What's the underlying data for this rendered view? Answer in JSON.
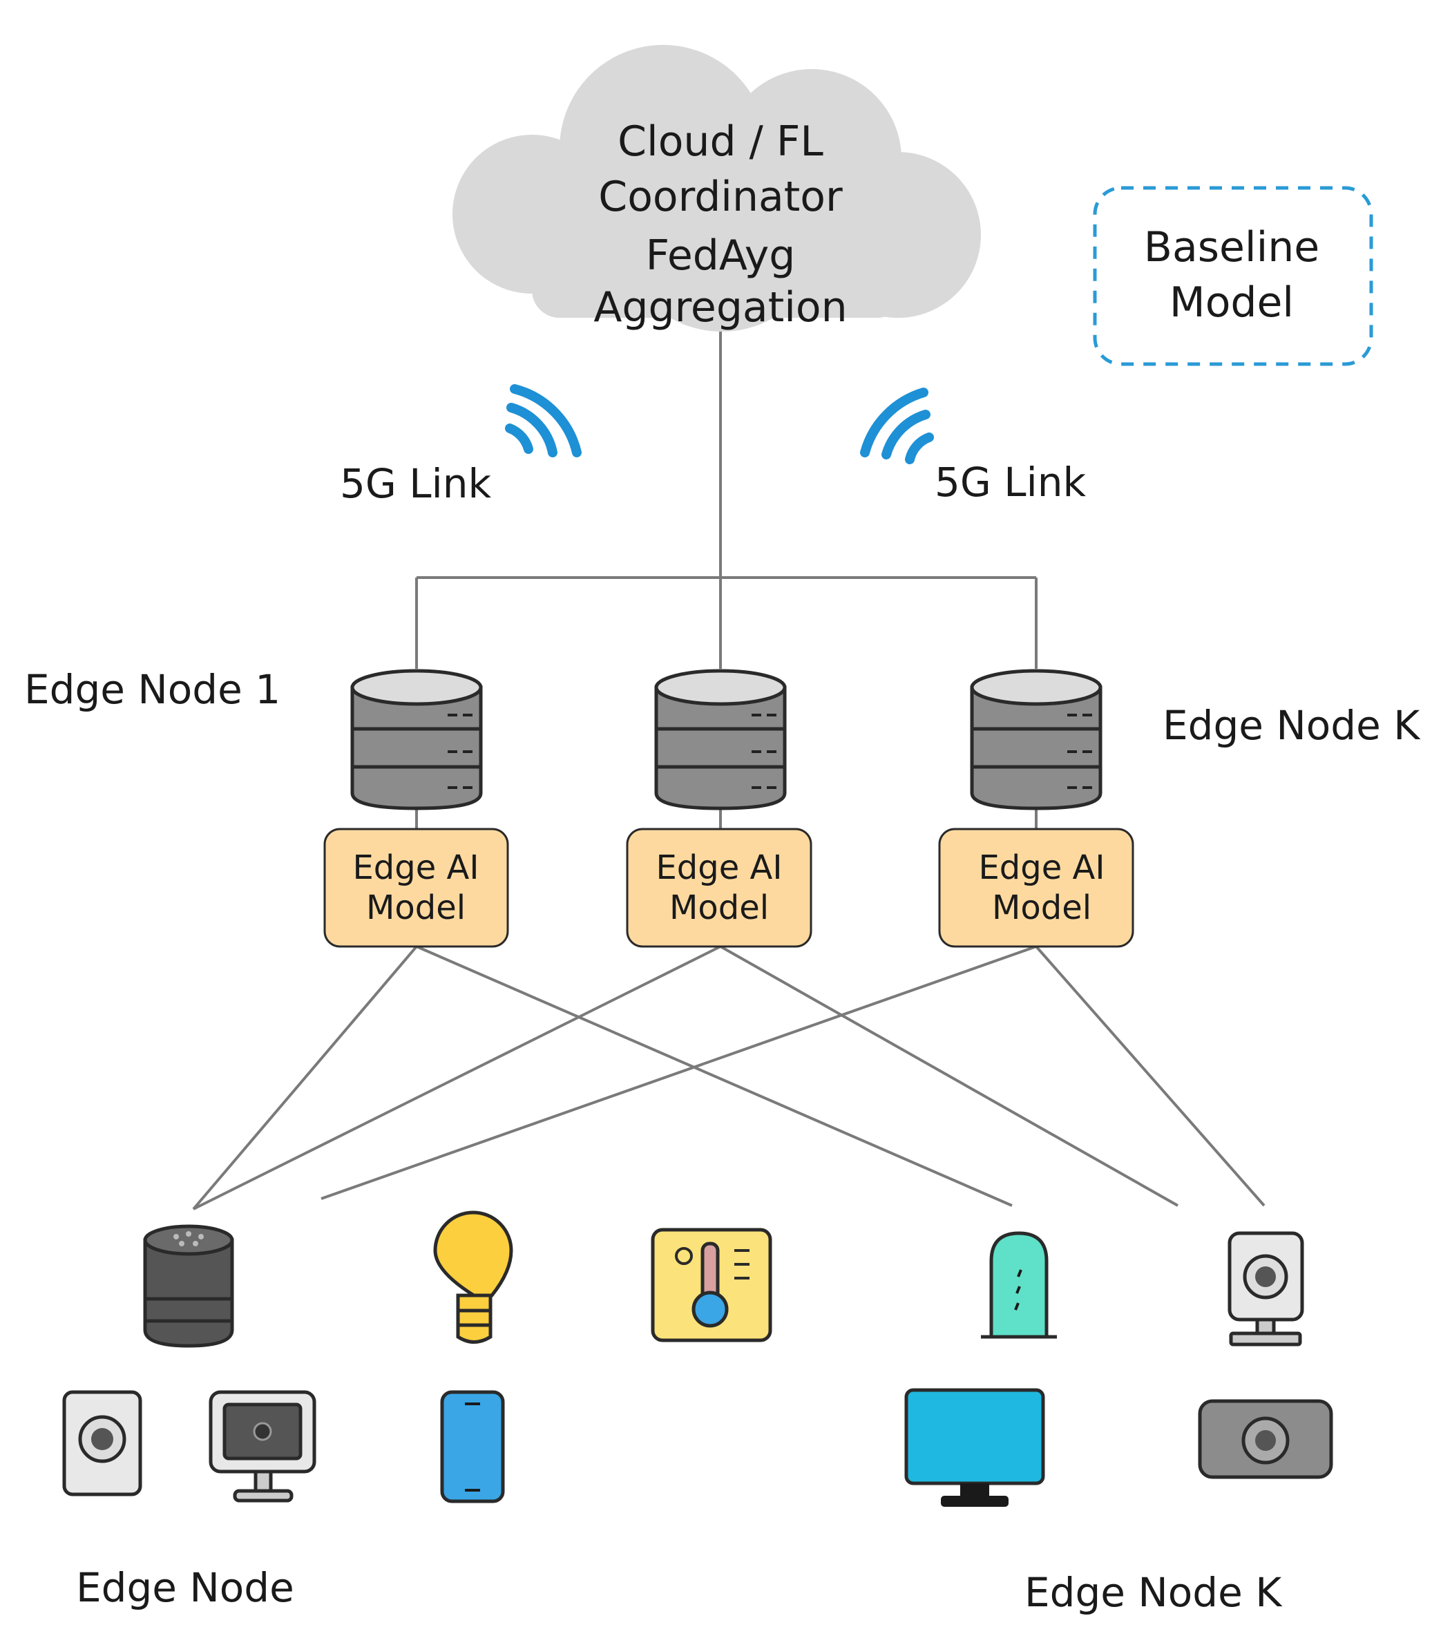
{
  "cloud": {
    "line1": "Cloud / FL",
    "line2": "Coordinator",
    "line3": "FedAyg",
    "line4": "Aggregation"
  },
  "baseline": {
    "line1": "Baseline",
    "line2": "Model"
  },
  "links": {
    "left": "5G Link",
    "right": "5G Link"
  },
  "edge_labels": {
    "top_left": "Edge Node 1",
    "top_right": "Edge Node K",
    "bottom_left": "Edge Node",
    "bottom_right": "Edge Node K"
  },
  "models": [
    {
      "line1": "Edge AI",
      "line2": "Model"
    },
    {
      "line1": "Edge AI",
      "line2": "Model"
    },
    {
      "line1": "Edge AI",
      "line2": "Model"
    }
  ],
  "colors": {
    "cloud": "#d9d9d9",
    "model_box": "#fdd9a0",
    "wifi": "#1e90d6",
    "baseline_border": "#2a9ad6",
    "server": "#8c8c8c",
    "bulb": "#fccf3e",
    "phone": "#3aa6e6",
    "monitor": "#1fb8e0",
    "router": "#5fe0c8"
  },
  "icons": [
    "server-icon",
    "wifi-icon",
    "smart-speaker-icon",
    "light-bulb-icon",
    "thermostat-icon",
    "router-icon",
    "security-camera-icon",
    "speaker-icon",
    "computer-icon",
    "smartphone-icon",
    "monitor-icon",
    "camera-icon"
  ]
}
